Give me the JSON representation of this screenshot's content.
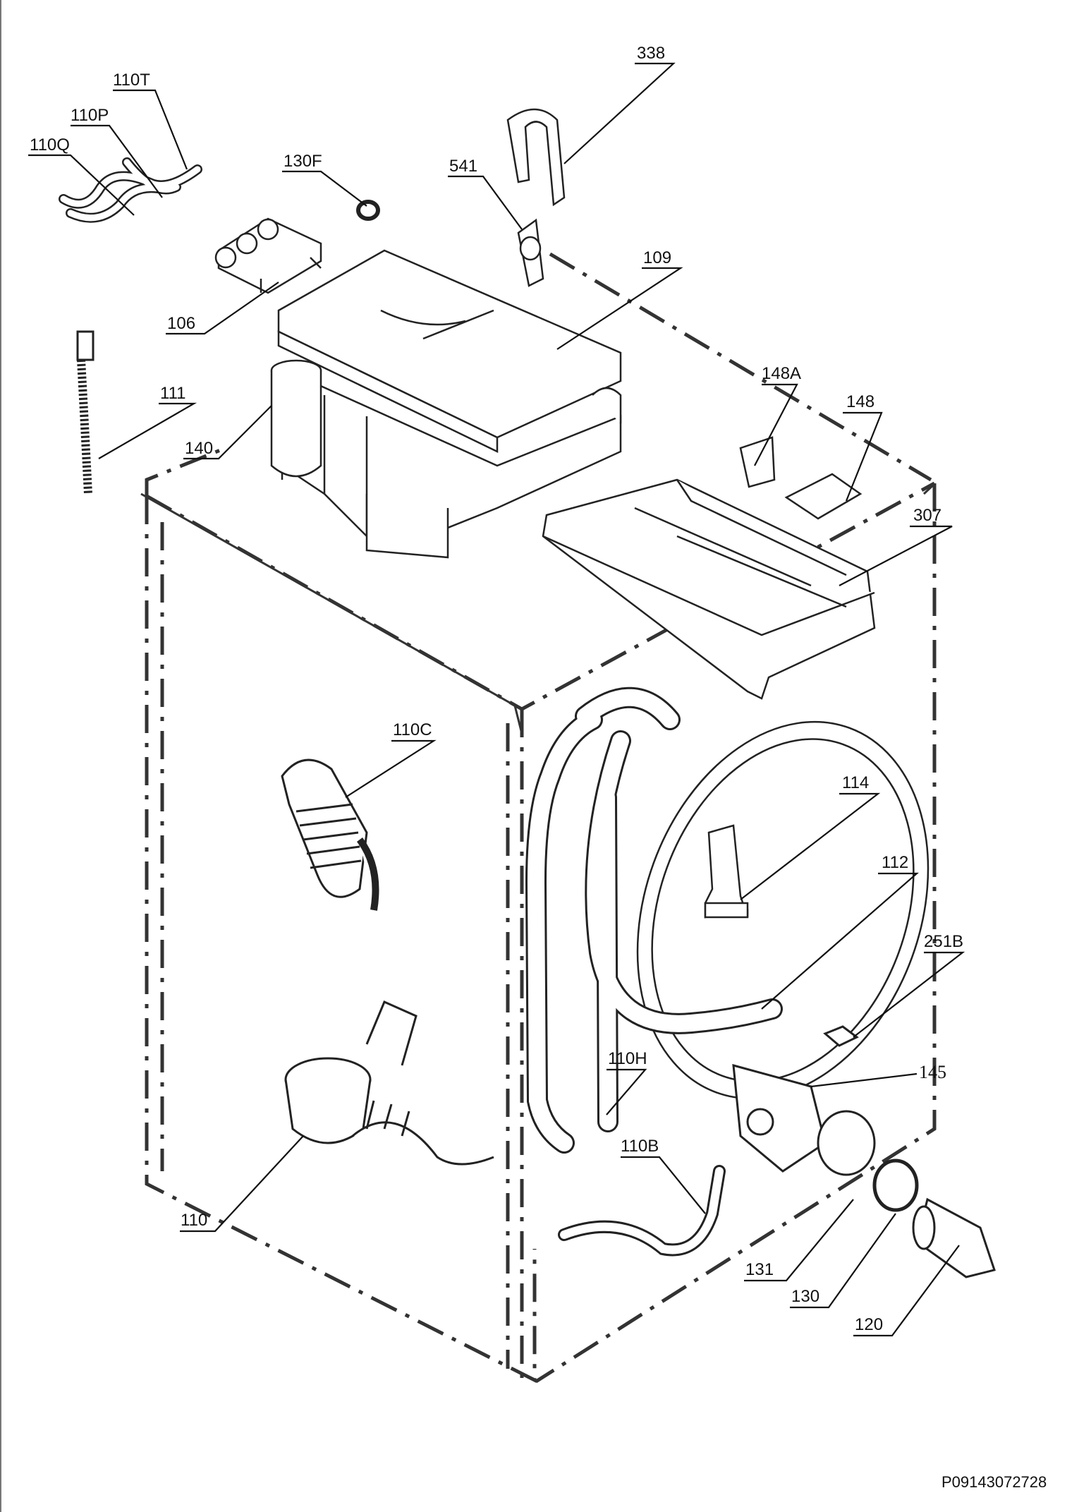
{
  "labels": {
    "l338": "338",
    "l541": "541",
    "l110T": "110T",
    "l110P": "110P",
    "l110Q": "110Q",
    "l130F": "130F",
    "l109": "109",
    "l106": "106",
    "l111": "111",
    "l140": "140",
    "l148A": "148A",
    "l148": "148",
    "l307": "307",
    "l110C": "110C",
    "l114": "114",
    "l112": "112",
    "l251B": "251B",
    "l145": "145",
    "l110H": "110H",
    "l110B": "110B",
    "l110": "110",
    "l131": "131",
    "l130": "130",
    "l120": "120"
  },
  "drawing_code": "P09143072728",
  "colors": {
    "line": "#222222",
    "dashed_cabinet": "#333333",
    "background": "#ffffff"
  }
}
